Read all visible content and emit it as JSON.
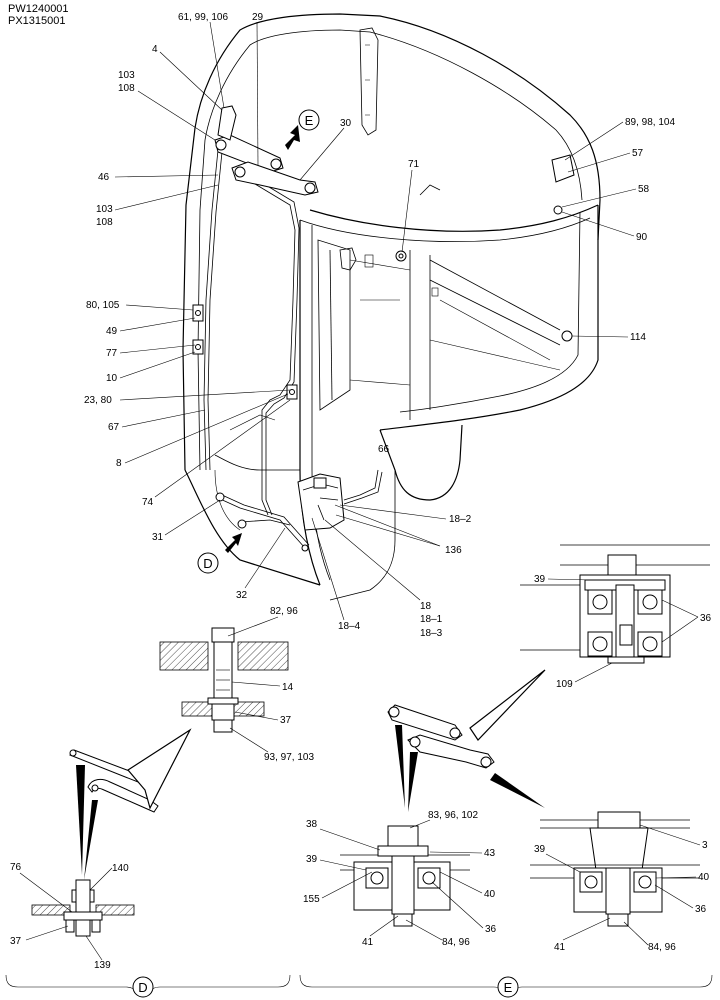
{
  "header": {
    "line1": "PW1240001",
    "line2": "PX1315001"
  },
  "callouts": [
    "61, 99, 106",
    "29",
    "4",
    "103",
    "108",
    "30",
    "46",
    "103",
    "108",
    "80, 105",
    "49",
    "77",
    "10",
    "23, 80",
    "67",
    "8",
    "74",
    "31",
    "32",
    "71",
    "89, 98, 104",
    "57",
    "58",
    "90",
    "114",
    "66",
    "18–2",
    "136",
    "18",
    "18–1",
    "18–3",
    "18–4"
  ],
  "detail_d": {
    "callouts": [
      "82, 96",
      "14",
      "37",
      "93, 97, 103",
      "76",
      "140",
      "37",
      "139"
    ]
  },
  "detail_e": {
    "callouts": [
      "39",
      "36",
      "109",
      "38",
      "83, 96, 102",
      "43",
      "39",
      "40",
      "155",
      "36",
      "41",
      "84, 96",
      "3",
      "39",
      "40",
      "36",
      "41",
      "84, 96"
    ]
  },
  "view_markers": {
    "d": "D",
    "e": "E"
  },
  "section_markers": {
    "d": "D",
    "e": "E"
  }
}
